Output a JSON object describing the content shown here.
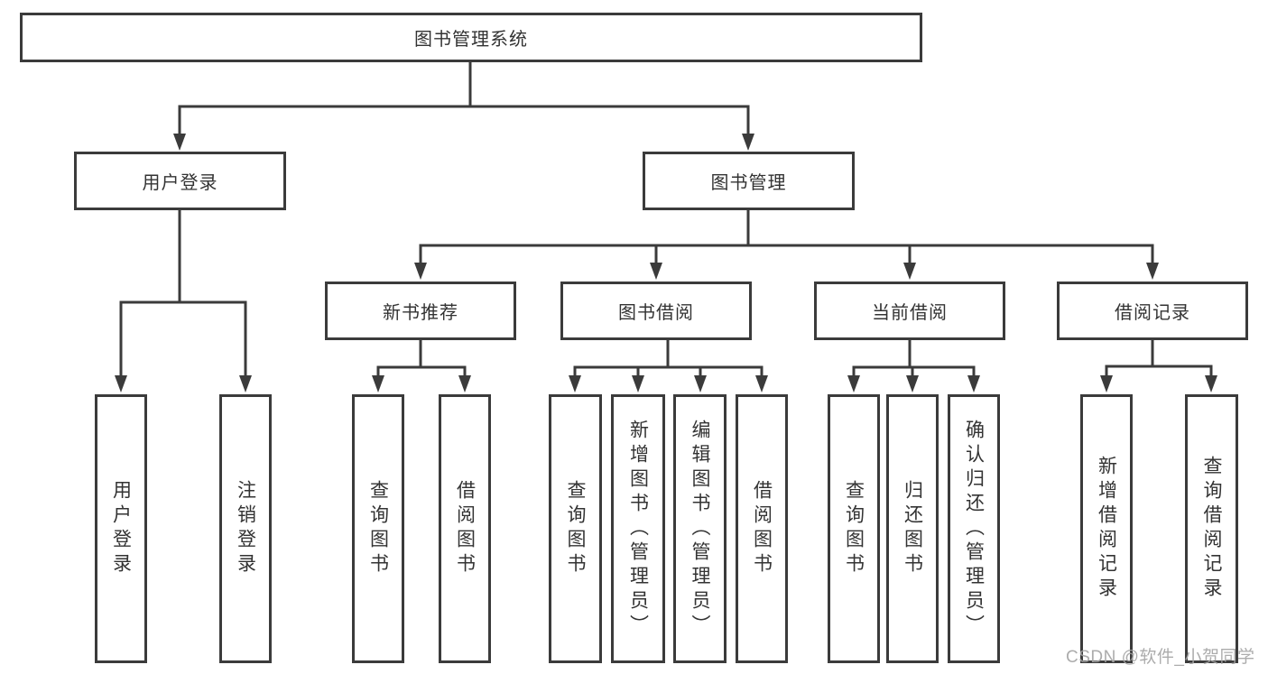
{
  "diagram": {
    "type": "hierarchy-tree",
    "colors": {
      "line": "#3b3b3b",
      "box_border": "#3b3b3b",
      "box_background": "#ffffff",
      "text": "#333333",
      "watermark_text": "#a5a5a5"
    },
    "watermark": "CSDN @软件_小贺同学"
  },
  "tree": {
    "label": "图书管理系统",
    "children": [
      {
        "label": "用户登录",
        "children": [
          {
            "label": "用户登录"
          },
          {
            "label": "注销登录"
          }
        ]
      },
      {
        "label": "图书管理",
        "children": [
          {
            "label": "新书推荐",
            "children": [
              {
                "label": "查询图书"
              },
              {
                "label": "借阅图书"
              }
            ]
          },
          {
            "label": "图书借阅",
            "children": [
              {
                "label": "查询图书"
              },
              {
                "label": "新增图书（管理员）"
              },
              {
                "label": "编辑图书（管理员）"
              },
              {
                "label": "借阅图书"
              }
            ]
          },
          {
            "label": "当前借阅",
            "children": [
              {
                "label": "查询图书"
              },
              {
                "label": "归还图书"
              },
              {
                "label": "确认归还（管理员）"
              }
            ]
          },
          {
            "label": "借阅记录",
            "children": [
              {
                "label": "新增借阅记录"
              },
              {
                "label": "查询借阅记录"
              }
            ]
          }
        ]
      }
    ]
  }
}
